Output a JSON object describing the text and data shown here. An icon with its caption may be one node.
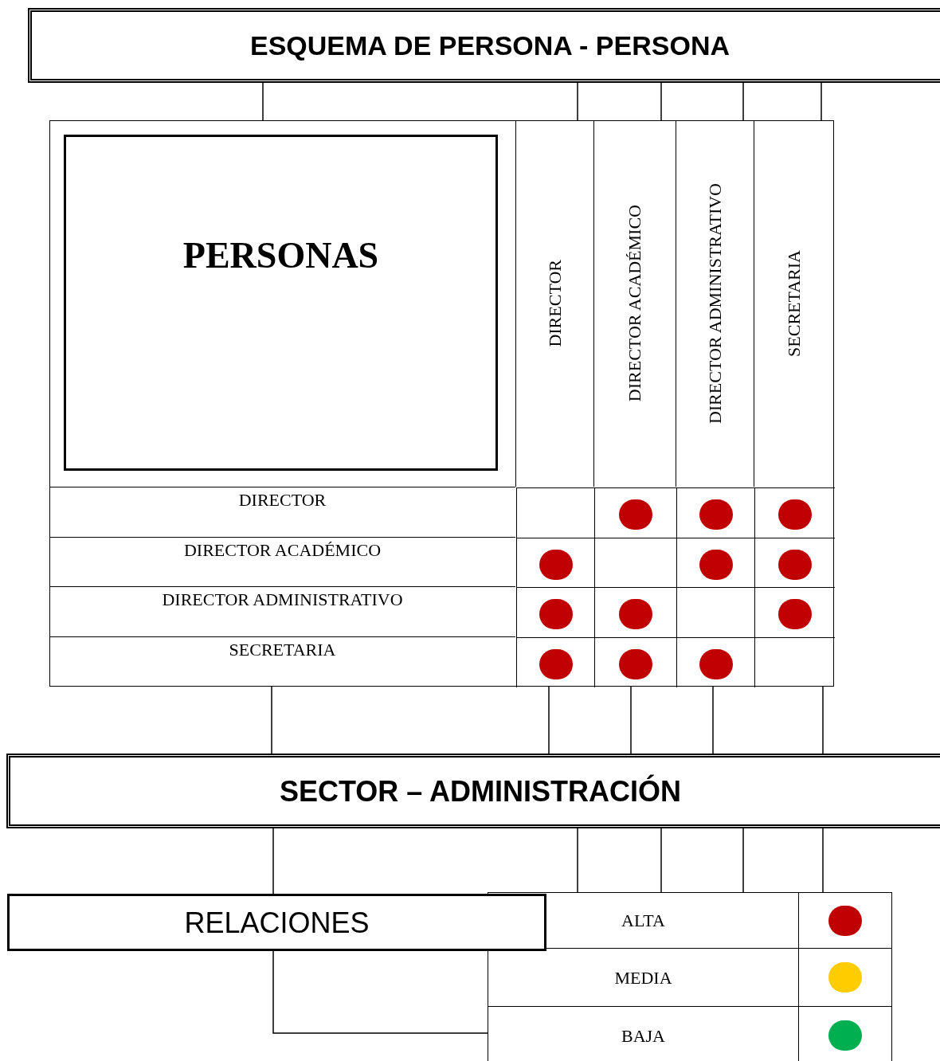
{
  "diagram": {
    "nodes": [
      {
        "text": [
          "ESQUEMA DE PERSONA - PERSONA"
        ]
      },
      {
        "text": [],
        "shape": "box"
      },
      {
        "text": [
          "PERSONAS"
        ],
        "in": 1
      },
      {
        "text": [
          "DIRECTOR"
        ],
        "in": 1
      },
      {
        "text": [
          "DIRECTOR ACADÉMICO"
        ],
        "in": 1
      },
      {
        "text": [
          "DIRECTOR ADMINISTRATIVO"
        ],
        "in": 1
      },
      {
        "text": [
          "SECRETARIA"
        ],
        "in": 1
      },
      {
        "text": [
          "DIRECTOR"
        ],
        "in": 1
      },
      {
        "text": [
          "DIRECTOR ACADÉMICO"
        ],
        "in": 1
      },
      {
        "text": [
          "DIRECTOR ADMINISTRATIVO"
        ],
        "in": 1
      },
      {
        "text": [
          "SECRETARIA"
        ],
        "in": 1
      },
      {
        "text": [
          "SECTOR – ADMINISTRACIÓN"
        ]
      },
      {
        "text": [
          "RELACIONES"
        ]
      },
      {
        "text": [],
        "shape": "box"
      }
    ],
    "edges": [
      {
        "from": 0,
        "to": 1,
        "arrow": "none"
      },
      {
        "from": 0,
        "to": 3,
        "arrow": "none"
      },
      {
        "from": 0,
        "to": 4,
        "arrow": "none"
      },
      {
        "from": 0,
        "to": 5,
        "arrow": "none"
      },
      {
        "from": 0,
        "to": 6,
        "arrow": "none"
      },
      {
        "from": 1,
        "to": 11,
        "arrow": "none"
      },
      {
        "from": 1,
        "to": 11,
        "arrow": "none"
      },
      {
        "from": 1,
        "to": 11,
        "arrow": "none"
      },
      {
        "from": 1,
        "to": 11,
        "arrow": "none"
      },
      {
        "from": 1,
        "to": 11,
        "arrow": "none"
      },
      {
        "from": 11,
        "to": 12,
        "arrow": "none"
      },
      {
        "from": 11,
        "to": 13,
        "arrow": "none"
      },
      {
        "from": 11,
        "to": 13,
        "arrow": "none"
      },
      {
        "from": 11,
        "to": 13,
        "arrow": "none"
      },
      {
        "from": 11,
        "to": 13,
        "arrow": "none"
      },
      {
        "from": 12,
        "to": 13,
        "arrow": "none"
      }
    ],
    "legend": [
      {
        "text": "ALTA",
        "color": "#c00000"
      },
      {
        "text": "MEDIA",
        "color": "#ffcc00"
      },
      {
        "text": "BAJA",
        "color": "#00b050"
      }
    ]
  }
}
